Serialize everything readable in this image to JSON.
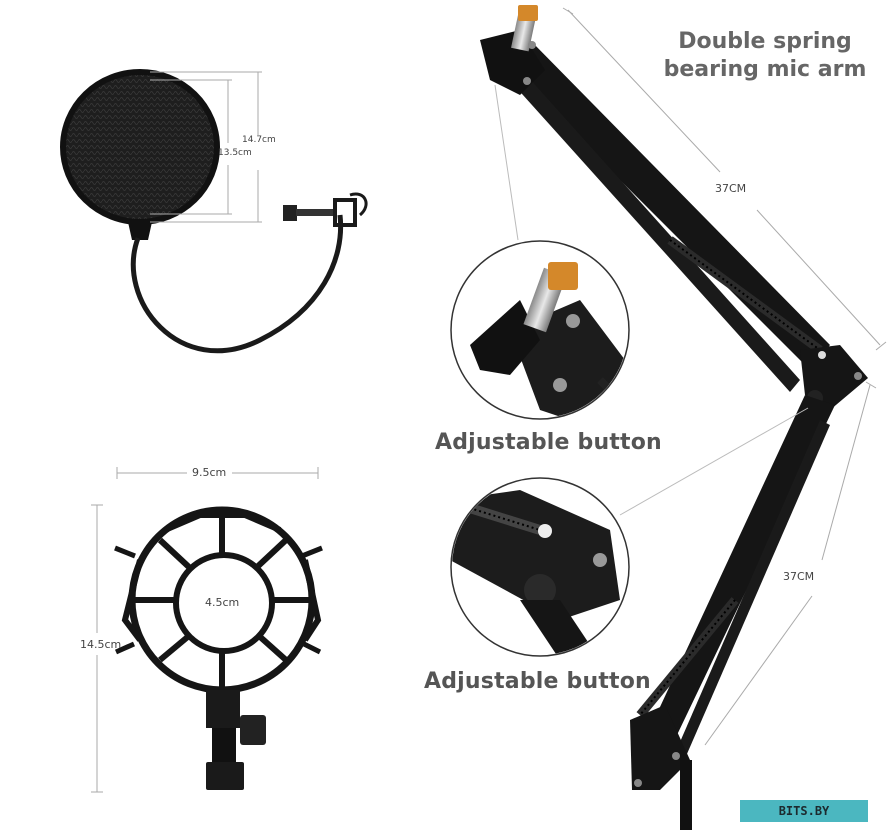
{
  "title": {
    "line1": "Double spring",
    "line2": "bearing mic arm"
  },
  "pop_filter": {
    "outer_diameter": "14.7cm",
    "inner_diameter": "13.5cm"
  },
  "shock_mount": {
    "width": "9.5cm",
    "inner_ring": "4.5cm",
    "height": "14.5cm"
  },
  "arm": {
    "upper_length": "37CM",
    "lower_length": "37CM"
  },
  "callouts": {
    "top": "Adjustable button",
    "bottom": "Adjustable button"
  },
  "watermark": "BITS.BY",
  "colors": {
    "metal": "#1a1a1a",
    "text": "#555555",
    "dimension_line": "#aaaaaa",
    "brass": "#d4882a",
    "watermark_bg": "#4bb7c0"
  }
}
